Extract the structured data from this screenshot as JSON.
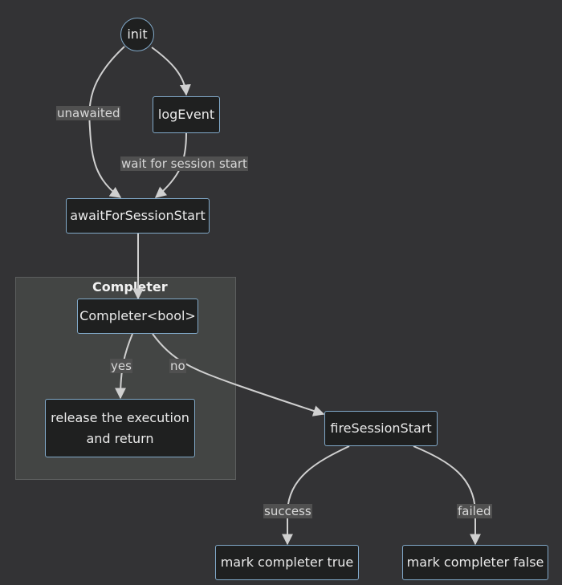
{
  "diagram": {
    "nodes": {
      "init": "init",
      "log_event": "logEvent",
      "await_for_session_start": "awaitForSessionStart",
      "completer_bool": "Completer<bool>",
      "release_line1": "release the execution",
      "release_line2": "and return",
      "fire_session_start": "fireSessionStart",
      "mark_true": "mark completer true",
      "mark_false": "mark completer false"
    },
    "edges": {
      "unawaited": "unawaited",
      "wait_for_session_start": "wait for session start",
      "yes": "yes",
      "no": "no",
      "success": "success",
      "failed": "failed"
    },
    "cluster": {
      "title": "Completer"
    }
  },
  "colors": {
    "background": "#333335",
    "node_fill": "#1f2020",
    "node_border": "#81a9c9",
    "edge": "#d0d0d0",
    "edge_label_bg": "#505050",
    "cluster_fill": "#434544"
  }
}
